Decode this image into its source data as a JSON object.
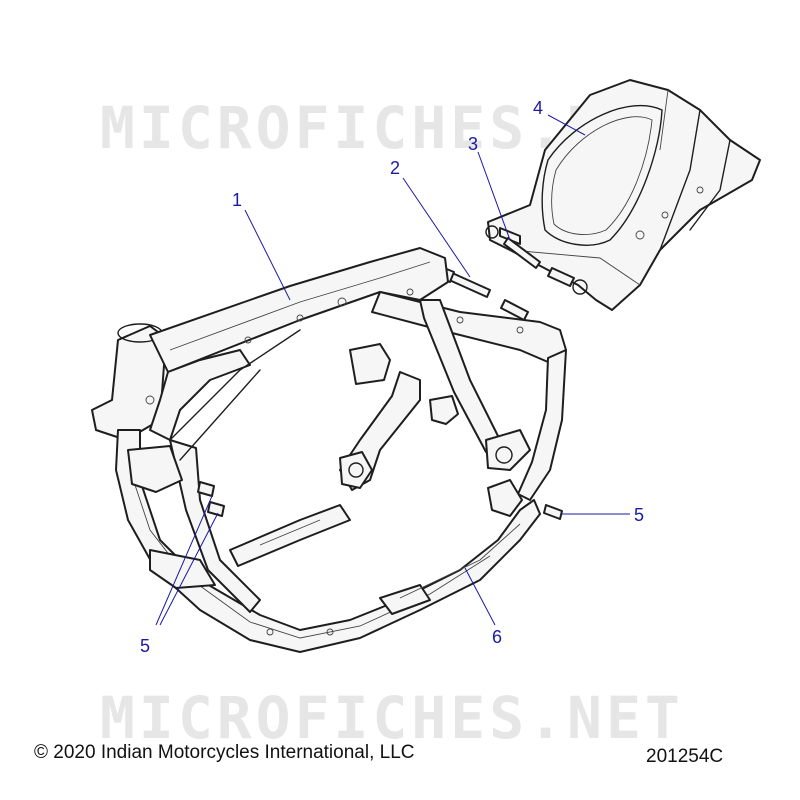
{
  "watermark": "MICROFICHES.NET",
  "callouts": {
    "c1": "1",
    "c2": "2",
    "c3": "3",
    "c4": "4",
    "c5_right": "5",
    "c5_left": "5",
    "c6": "6"
  },
  "footer": {
    "copyright": "© 2020 Indian Motorcycles International, LLC",
    "code": "201254C"
  },
  "colors": {
    "callout": "#1a1aa6",
    "linework": "#1e1e1e",
    "watermark": "#e6e6e6"
  }
}
